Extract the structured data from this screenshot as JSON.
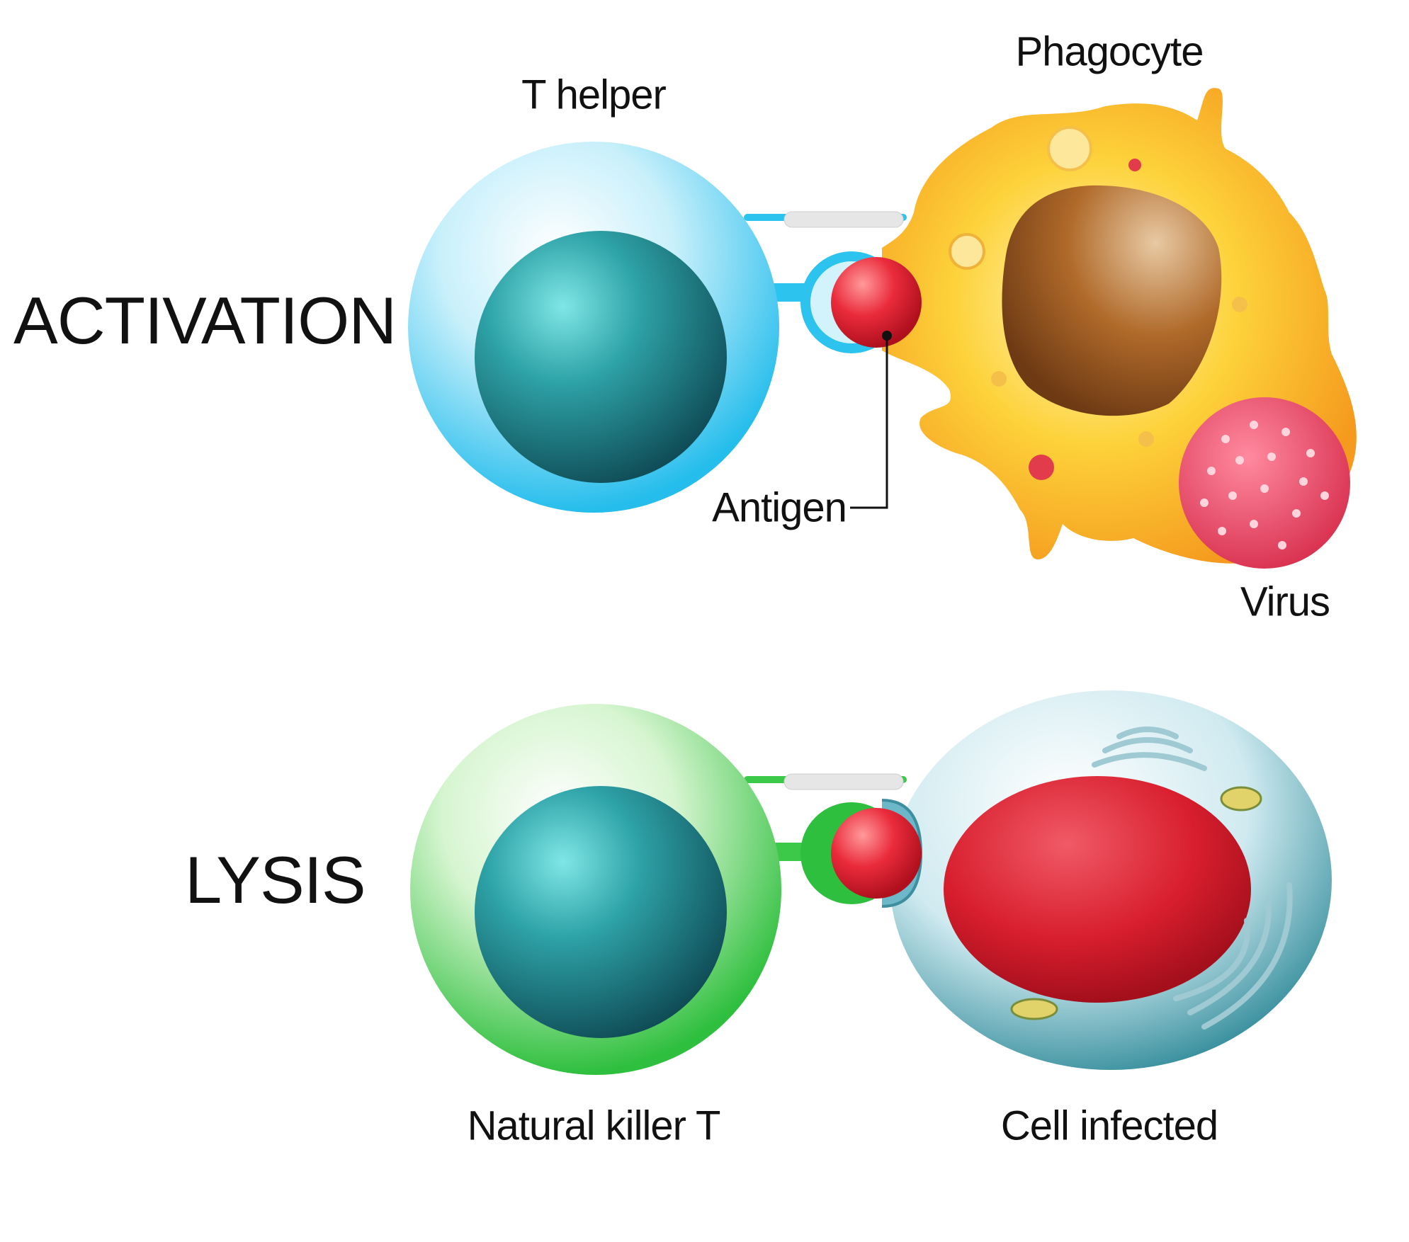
{
  "rows": {
    "activation": "ACTIVATION",
    "lysis": "LYSIS"
  },
  "labels": {
    "t_helper": "T helper",
    "phagocyte": "Phagocyte",
    "antigen": "Antigen",
    "virus": "Virus",
    "natural_killer_t": "Natural killer T",
    "cell_infected": "Cell infected"
  },
  "colors": {
    "t_helper": "#2cc3ee",
    "phagocyte": "#f7a320",
    "phagocyte_nucleus": "#a35a1f",
    "antigen": "#e8283c",
    "virus": "#e84a6a",
    "natural_killer": "#3cc94a",
    "infected_cell": "#7fc2cf",
    "infected_nucleus": "#d81e2e"
  }
}
